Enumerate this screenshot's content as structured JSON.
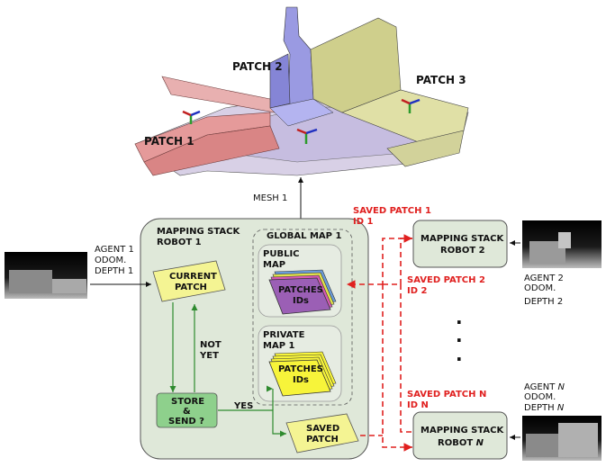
{
  "mesh": {
    "patch_labels": [
      "PATCH 1",
      "PATCH 2",
      "PATCH 3"
    ],
    "mesh_label": "MESH 1"
  },
  "stack1": {
    "title_line1": "MAPPING STACK",
    "title_line2": "ROBOT 1",
    "global_map": "GLOBAL MAP 1",
    "public_line1": "PUBLIC",
    "public_line2": "MAP",
    "private_line1": "PRIVATE",
    "private_line2": "MAP 1",
    "patches_line1": "PATCHES",
    "patches_line2": "IDs",
    "current_line1": "CURRENT",
    "current_line2": "PATCH",
    "not_yet_line1": "NOT",
    "not_yet_line2": "YET",
    "store_line1": "STORE",
    "store_line2": "&",
    "store_line3": "SEND ?",
    "yes": "YES",
    "saved_line1": "SAVED",
    "saved_line2": "PATCH"
  },
  "agent1": {
    "line1": "AGENT 1",
    "line2": "ODOM.",
    "line3": "DEPTH 1"
  },
  "robot2": {
    "line1": "MAPPING STACK",
    "line2": "ROBOT 2",
    "agent": "AGENT 2",
    "odom": "ODOM.",
    "depth": "DEPTH 2"
  },
  "robotN": {
    "line1": "MAPPING STACK",
    "line2": "ROBOT",
    "n": "N",
    "agent": "AGENT",
    "odom": "ODOM.",
    "depth": "DEPTH"
  },
  "red_labels": {
    "saved1_line1": "SAVED PATCH 1",
    "saved1_line2": "ID 1",
    "saved2_line1": "SAVED PATCH 2",
    "saved2_line2": "ID 2",
    "savedN_line1": "SAVED PATCH N",
    "savedN_line2": "ID N"
  },
  "colors": {
    "stack_fill": "#dfe8d9",
    "patch_yellow": "#f4f493",
    "store_green": "#8ed08c",
    "flow_green": "#2e8a2e",
    "red_dashed": "#e0201f",
    "public_patch": "#9b5fb5",
    "private_patch": "#f7f43a"
  }
}
